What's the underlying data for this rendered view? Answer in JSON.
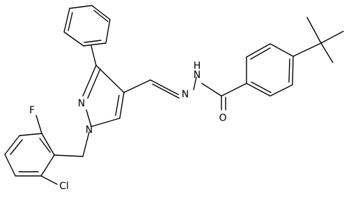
{
  "molecule": {
    "atom_labels": {
      "fluorine": "F",
      "chlorine": "Cl",
      "pyrazole_n1": "N",
      "pyrazole_n2": "N",
      "imine_n": "N",
      "hydrazide_nh": "H",
      "hydrazide_n": "N",
      "carbonyl_o": "O"
    }
  }
}
